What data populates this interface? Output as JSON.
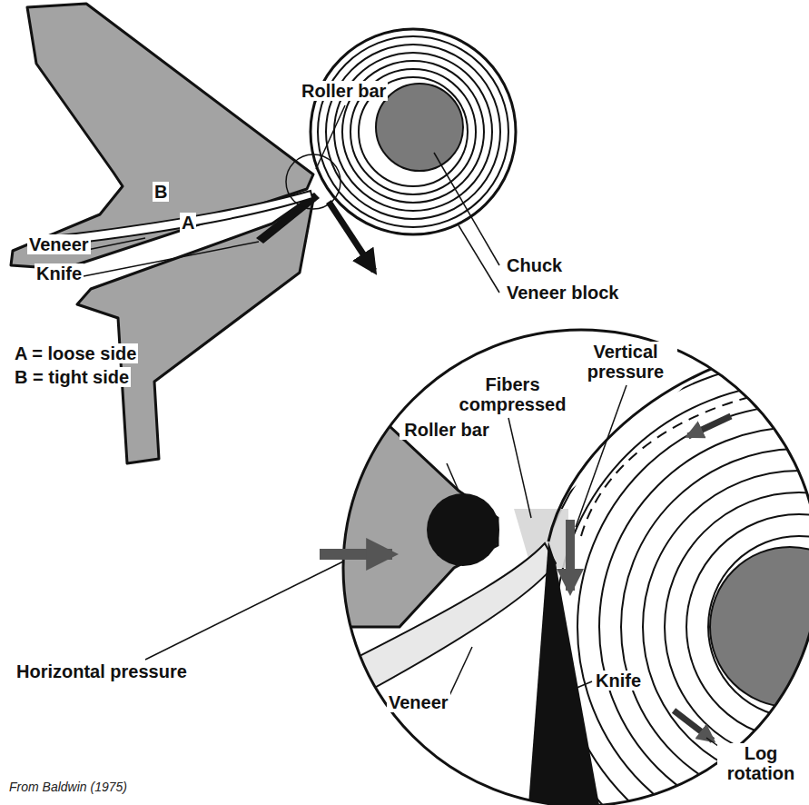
{
  "diagram": {
    "caption": "From Baldwin (1975)",
    "labels": [
      "Roller bar",
      "Chuck",
      "Veneer block",
      "B",
      "A",
      "Veneer",
      "Knife",
      "A = loose side",
      "B = tight side",
      "Fibers compressed",
      "Vertical pressure",
      "Roller bar",
      "Horizontal pressure",
      "Knife",
      "Veneer",
      "Log rotation"
    ]
  }
}
